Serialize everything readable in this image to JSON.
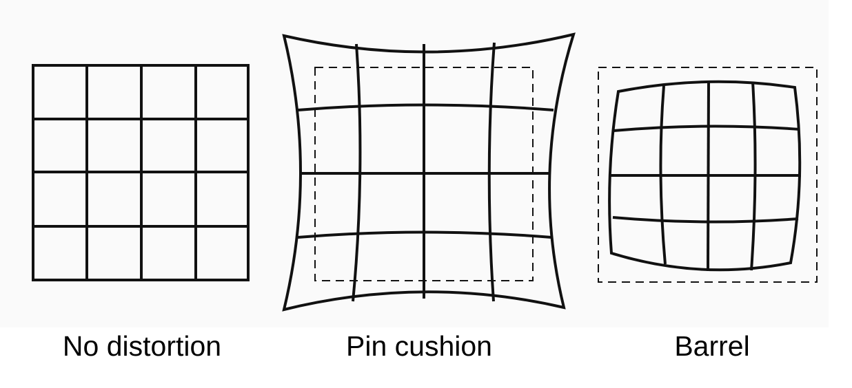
{
  "labels": {
    "no_distortion": "No distortion",
    "pin_cushion": "Pin cushion",
    "barrel": "Barrel"
  },
  "grid": {
    "rows": 4,
    "columns": 4
  },
  "colors": {
    "line": "#111111",
    "background": "#fafafa"
  }
}
